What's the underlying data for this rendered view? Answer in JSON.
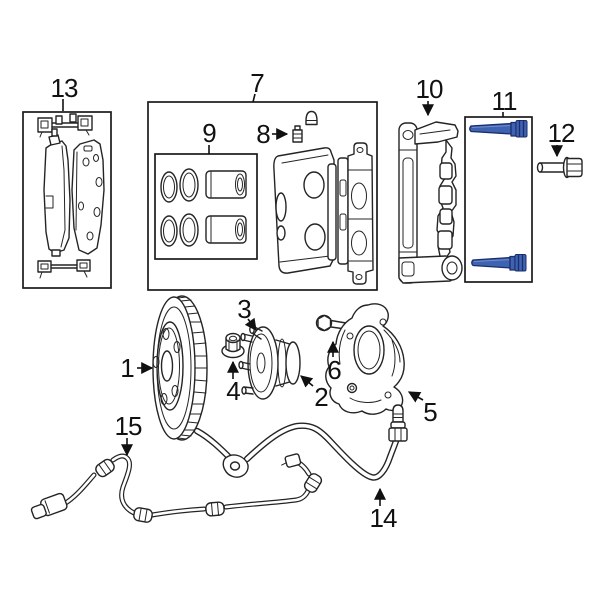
{
  "colors": {
    "background": "#ffffff",
    "line": "#242424",
    "label": "#111111",
    "highlight_fill": "#3e63b0",
    "highlight_stroke": "#1b2d6b"
  },
  "callouts": [
    {
      "num": "1",
      "part": "brake-rotor"
    },
    {
      "num": "2",
      "part": "hub-bearing"
    },
    {
      "num": "3",
      "part": "wheel-stud"
    },
    {
      "num": "4",
      "part": "spindle-nut"
    },
    {
      "num": "5",
      "part": "splash-shield"
    },
    {
      "num": "6",
      "part": "shield-bolt"
    },
    {
      "num": "7",
      "part": "caliper-assembly"
    },
    {
      "num": "8",
      "part": "bleeder-screw"
    },
    {
      "num": "9",
      "part": "piston-seal-kit"
    },
    {
      "num": "10",
      "part": "caliper-bracket"
    },
    {
      "num": "11",
      "part": "guide-pin-bolts"
    },
    {
      "num": "12",
      "part": "bracket-bolt"
    },
    {
      "num": "13",
      "part": "brake-pad-kit"
    },
    {
      "num": "14",
      "part": "brake-hose"
    },
    {
      "num": "15",
      "part": "abs-speed-sensor"
    }
  ]
}
